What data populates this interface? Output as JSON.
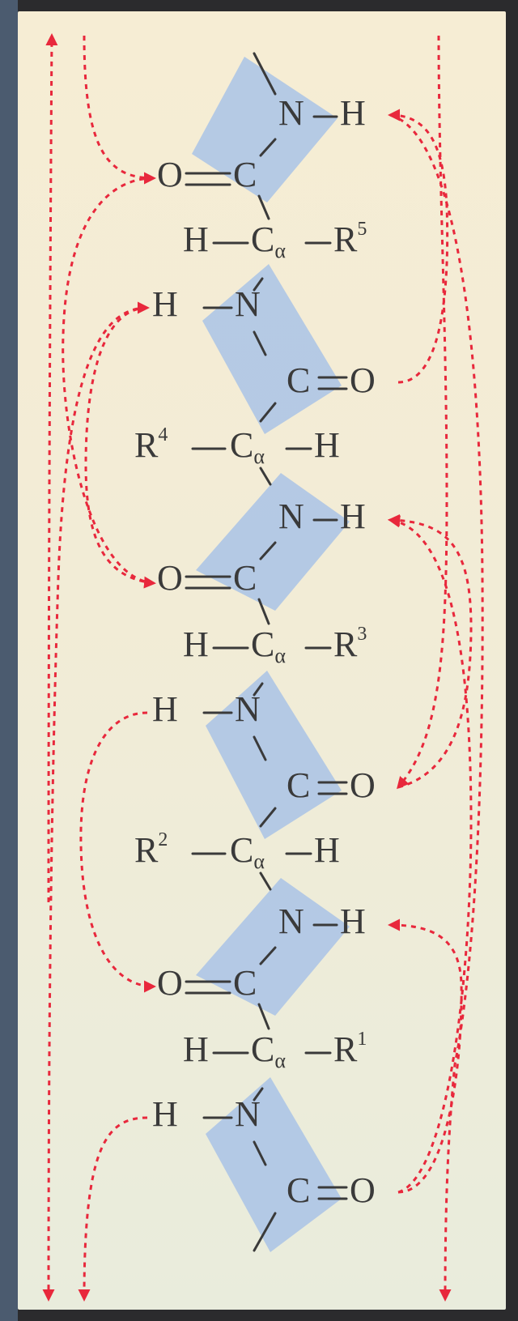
{
  "colors": {
    "background": "#f4edd6",
    "plane": "#a9c3e6",
    "bond": "#3a3a3a",
    "hbond": "#e8283c",
    "frame": "#2b2b2d",
    "left_strip": "#4b5b6f"
  },
  "atoms": {
    "N": "N",
    "H": "H",
    "C": "C",
    "O": "O",
    "R": "R",
    "alpha": "α",
    "dash": "—",
    "double": "="
  },
  "residues": [
    {
      "index": "5"
    },
    {
      "index": "4"
    },
    {
      "index": "3"
    },
    {
      "index": "2"
    },
    {
      "index": "1"
    }
  ]
}
